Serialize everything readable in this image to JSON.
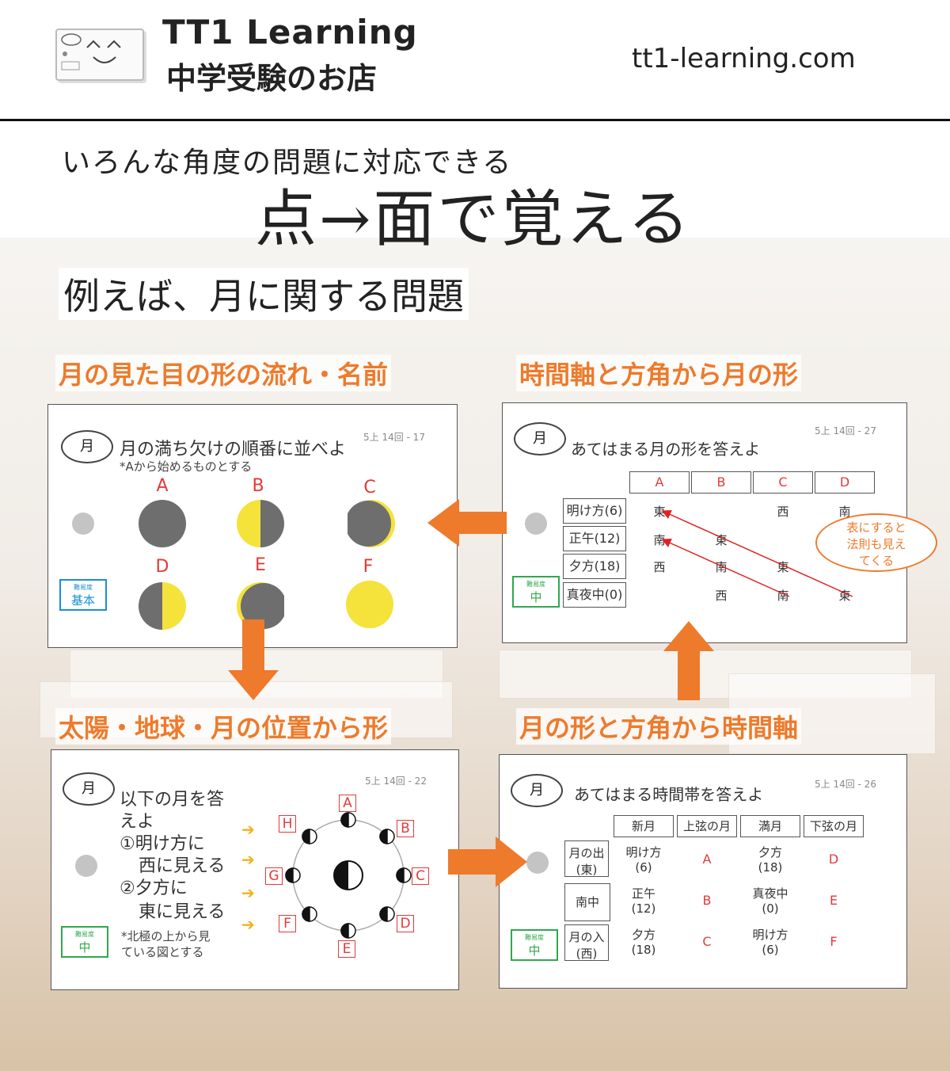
{
  "header": {
    "brand_line1": "TT1 Learning",
    "brand_line2": "中学受験のお店",
    "website": "tt1-learning.com"
  },
  "headline": {
    "subtitle": "いろんな角度の問題に対応できる",
    "main": "点→面で覚える"
  },
  "example_title": "例えば、月に関する問題",
  "sections": {
    "top_left": "月の見た目の形の流れ・名前",
    "top_right": "時間軸と方角から月の形",
    "bottom_left": "太陽・地球・月の位置から形",
    "bottom_right": "月の形と方角から時間軸"
  },
  "card1": {
    "bubble": "月",
    "question": "月の満ち欠けの順番に並べよ",
    "note": "*Aから始めるものとする",
    "ref": "5上 14回 - 17",
    "difficulty_label": "難易度",
    "difficulty": "基本",
    "labels": [
      "A",
      "B",
      "C",
      "D",
      "E",
      "F"
    ]
  },
  "card2": {
    "bubble": "月",
    "question": "あてはまる月の形を答えよ",
    "ref": "5上 14回 - 27",
    "difficulty_label": "難易度",
    "difficulty": "中",
    "columns": [
      "A",
      "B",
      "C",
      "D"
    ],
    "rows": [
      "明け方(6)",
      "正午(12)",
      "夕方(18)",
      "真夜中(0)"
    ],
    "cells": {
      "r0": [
        "東",
        "",
        "西",
        "南"
      ],
      "r1": [
        "南",
        "東",
        "",
        ""
      ],
      "r2": [
        "西",
        "南",
        "東",
        ""
      ],
      "r3": [
        "",
        "西",
        "南",
        "東"
      ]
    },
    "callout_lines": [
      "表にすると",
      "法則も見え",
      "てくる"
    ]
  },
  "card3": {
    "bubble": "月",
    "question_lines": [
      "以下の月を答",
      "えよ",
      "①明け方に",
      "西に見える",
      "②夕方に",
      "東に見える"
    ],
    "note_lines": [
      "*北極の上から見",
      "ている図とする"
    ],
    "ref": "5上 14回 - 22",
    "difficulty_label": "難易度",
    "difficulty": "中",
    "orbit_labels": [
      "A",
      "B",
      "C",
      "D",
      "E",
      "F",
      "G",
      "H"
    ]
  },
  "card4": {
    "bubble": "月",
    "question": "あてはまる時間帯を答えよ",
    "ref": "5上 14回 - 26",
    "difficulty_label": "難易度",
    "difficulty": "中",
    "columns": [
      "新月",
      "上弦の月",
      "満月",
      "下弦の月"
    ],
    "rows": [
      [
        "月の出",
        "(東)"
      ],
      [
        "南中",
        ""
      ],
      [
        "月の入",
        "(西)"
      ]
    ],
    "cells": [
      [
        [
          "明け方",
          "(6)"
        ],
        "A",
        [
          "夕方",
          "(18)"
        ],
        "D"
      ],
      [
        [
          "正午",
          "(12)"
        ],
        "B",
        [
          "真夜中",
          "(0)"
        ],
        "E"
      ],
      [
        [
          "夕方",
          "(18)"
        ],
        "C",
        [
          "明け方",
          "(6)"
        ],
        "F"
      ]
    ]
  },
  "colors": {
    "accent": "#ee7a2b",
    "moon_yellow": "#f5e23a",
    "moon_gray": "#6e6e6e",
    "label_red": "#e23a3a",
    "level_blue": "#1a8fd6",
    "level_green": "#2fa84f"
  }
}
